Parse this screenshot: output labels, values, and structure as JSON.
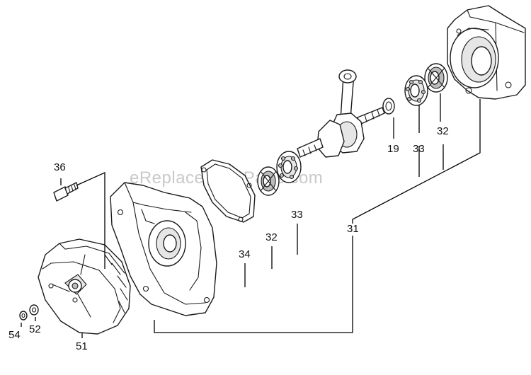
{
  "watermark": "eReplacementParts.com",
  "callouts": {
    "p36": "36",
    "p34": "34",
    "p32a": "32",
    "p33a": "33",
    "p31": "31",
    "p19": "19",
    "p33b": "33",
    "p32b": "32",
    "p54": "54",
    "p52": "52",
    "p51": "51"
  }
}
